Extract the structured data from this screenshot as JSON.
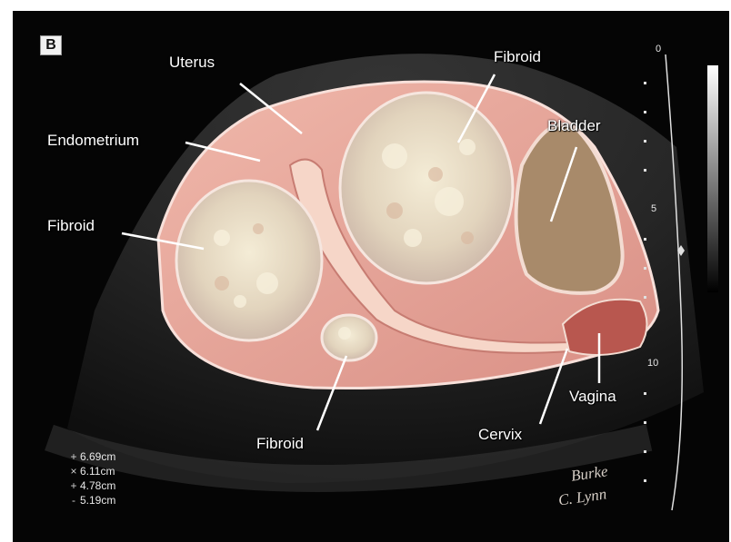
{
  "panel_label": "B",
  "labels": {
    "uterus": "Uterus",
    "endometrium": "Endometrium",
    "fibroid_left": "Fibroid",
    "fibroid_top": "Fibroid",
    "fibroid_bottom": "Fibroid",
    "bladder": "Bladder",
    "cervix": "Cervix",
    "vagina": "Vagina"
  },
  "depth_scale": {
    "top": "0",
    "mid": "5",
    "bottom": "10"
  },
  "measurements": [
    {
      "symbol": "+",
      "value": "6.69cm"
    },
    {
      "symbol": "×",
      "value": "6.11cm"
    },
    {
      "symbol": "+",
      "value": "4.78cm"
    },
    {
      "symbol": "-",
      "value": "5.19cm"
    }
  ],
  "signature": {
    "line1": "Burke",
    "line2": "C. Lynn"
  },
  "colors": {
    "background": "#050505",
    "uterus_fill": "#e8a79c",
    "uterus_outline": "#f8e0da",
    "fibroid_fill": "#e6ddc8",
    "bladder_fill": "#a88a6a",
    "label_text": "#ffffff"
  }
}
